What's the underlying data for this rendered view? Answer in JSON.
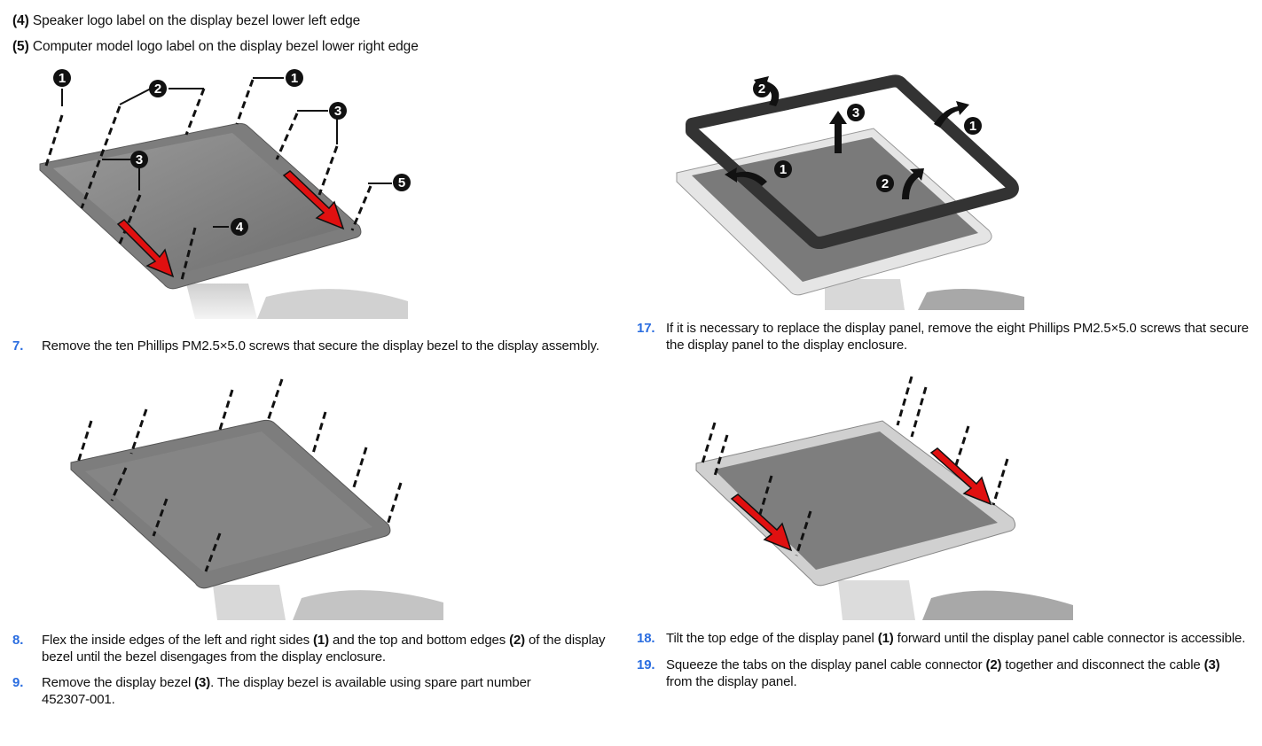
{
  "legend": [
    {
      "marker": "(4)",
      "text": " Speaker logo label on the display bezel lower left edge"
    },
    {
      "marker": "(5)",
      "text": " Computer model logo label on the display bezel lower right edge"
    }
  ],
  "figures": {
    "fig1": {
      "description": "Display bezel with screw covers and logo labels",
      "callouts": [
        "1",
        "2",
        "1",
        "3",
        "3",
        "5",
        "4"
      ]
    },
    "fig2": {
      "description": "Display bezel being flexed off enclosure",
      "callouts": [
        "2",
        "3",
        "1",
        "1",
        "2"
      ]
    },
    "fig3": {
      "description": "Display bezel with ten screws removed"
    },
    "fig4": {
      "description": "Display panel with eight screws removed"
    }
  },
  "steps": {
    "s7": {
      "num": "7.",
      "parts": [
        "Remove the ten Phillips PM2.5×5.0 screws that secure the display bezel to the display assembly."
      ]
    },
    "s17": {
      "num": "17.",
      "line1": "If it is necessary to replace the display panel, remove the eight Phillips PM2.5×5.0 screws that secure",
      "line2": "the display panel to the display enclosure."
    },
    "s8": {
      "num": "8.",
      "a": "Flex the inside edges of the left and right sides ",
      "b1": "(1)",
      "c": " and the top and bottom edges ",
      "b2": "(2)",
      "d": " of the display",
      "line2": "bezel until the bezel disengages from the display enclosure."
    },
    "s9": {
      "num": "9.",
      "a": "Remove the display bezel ",
      "b1": "(3)",
      "c": ". The display bezel is available using spare part number",
      "line2": "452307-001."
    },
    "s18": {
      "num": "18.",
      "a": "Tilt the top edge of the display panel ",
      "b1": "(1)",
      "c": " forward until the display panel cable connector is accessible."
    },
    "s19": {
      "num": "19.",
      "a": "Squeeze the tabs on the display panel cable connector ",
      "b1": "(2)",
      "c": " together and disconnect the cable ",
      "b2": "(3)",
      "line2": "from the display panel."
    }
  },
  "colors": {
    "step_number": "#2a6de0",
    "arrow": "#e01010",
    "panel": "#8a8a8a",
    "bezel": "#3a3a3a"
  }
}
